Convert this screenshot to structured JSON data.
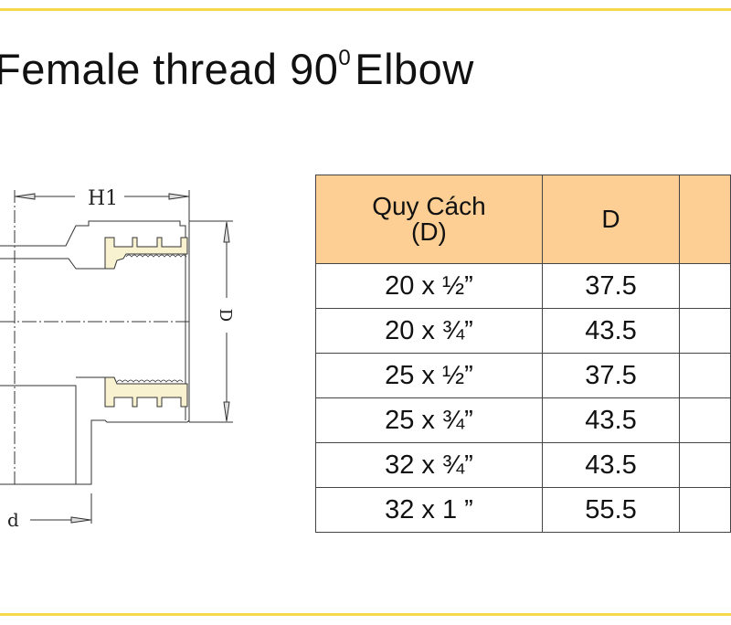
{
  "title": {
    "text": "Female thread 90",
    "superscript": "0",
    "suffix": "Elbow"
  },
  "drawing": {
    "label_h1": "H1",
    "label_d_upper": "D",
    "label_d_lower": "d",
    "fill_color": "#f8f2d0"
  },
  "table": {
    "headers": [
      "Quy Cách\n(D)",
      "D",
      ""
    ],
    "header_line1": "Quy Cách",
    "header_line2": "(D)",
    "rows": [
      {
        "size": "20 x ½”",
        "D": "37.5"
      },
      {
        "size": "20 x ¾”",
        "D": "43.5"
      },
      {
        "size": "25 x ½”",
        "D": "37.5"
      },
      {
        "size": "25 x ¾”",
        "D": "43.5"
      },
      {
        "size": "32 x ¾”",
        "D": "43.5"
      },
      {
        "size": "32 x 1 ”",
        "D": "55.5"
      }
    ]
  },
  "colors": {
    "accent_line": "#f5d94a",
    "header_bg": "#fdcf94"
  }
}
